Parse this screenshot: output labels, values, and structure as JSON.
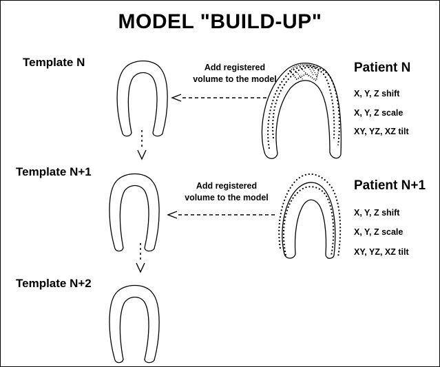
{
  "title": "MODEL \"BUILD-UP\"",
  "templates": [
    "Template N",
    "Template N+1",
    "Template N+2"
  ],
  "patients": [
    {
      "name": "Patient N",
      "note": [
        "Add registered",
        "volume to the model"
      ],
      "params": [
        "X, Y, Z shift",
        "X, Y, Z scale",
        "XY, YZ, XZ tilt"
      ]
    },
    {
      "name": "Patient N+1",
      "note": [
        "Add registered",
        "volume to the model"
      ],
      "params": [
        "X, Y, Z shift",
        "X, Y, Z scale",
        "XY, YZ, XZ tilt"
      ]
    }
  ],
  "colors": {
    "ink": "#000000",
    "background": "#ffffff"
  }
}
